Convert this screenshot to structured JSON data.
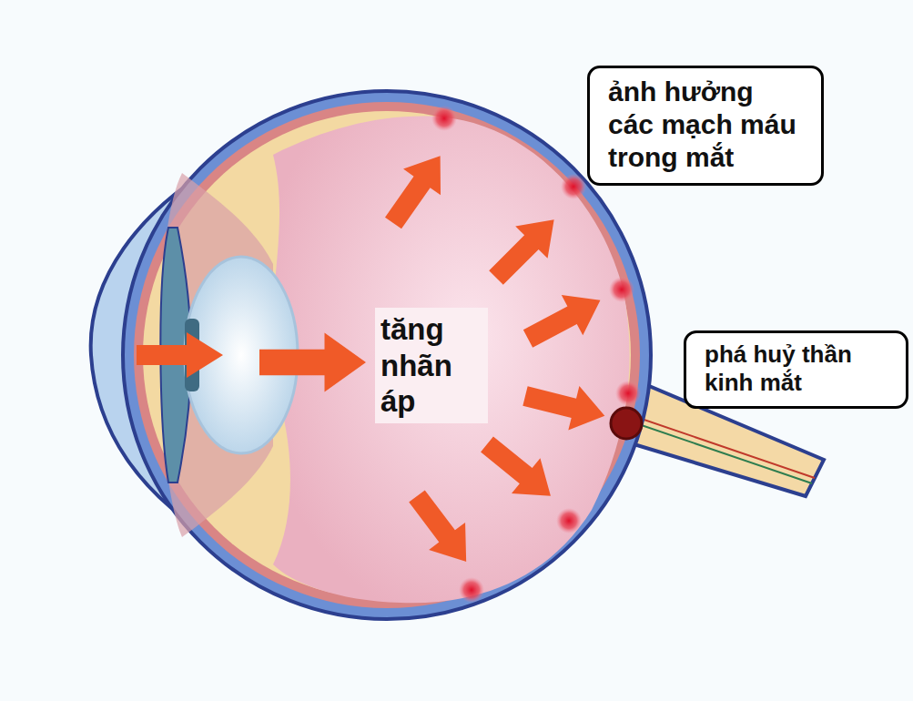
{
  "diagram": {
    "nodes": [
      {
        "text": [
          "ảnh hưởng các mạch máu trong mắt"
        ]
      },
      {
        "text": [
          "phá huỷ thần kinh mắt"
        ]
      }
    ],
    "labels": [
      "tăng nhãn áp"
    ]
  }
}
